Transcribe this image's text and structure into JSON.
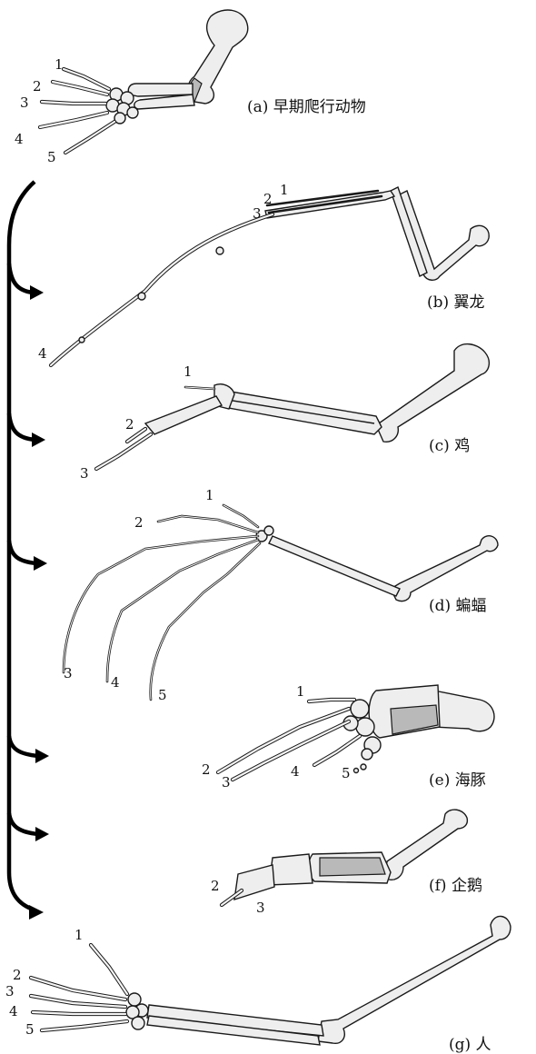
{
  "panels": [
    {
      "id": "a",
      "label": "(a) 早期爬行动物",
      "digits": [
        "1",
        "2",
        "3",
        "4",
        "5"
      ]
    },
    {
      "id": "b",
      "label": "(b) 翼龙",
      "digits": [
        "2",
        "1",
        "3",
        "4"
      ]
    },
    {
      "id": "c",
      "label": "(c) 鸡",
      "digits": [
        "1",
        "2",
        "3"
      ]
    },
    {
      "id": "d",
      "label": "(d) 蝙蝠",
      "digits": [
        "1",
        "2",
        "3",
        "4",
        "5"
      ]
    },
    {
      "id": "e",
      "label": "(e) 海豚",
      "digits": [
        "1",
        "2",
        "3",
        "4",
        "5"
      ]
    },
    {
      "id": "f",
      "label": "(f) 企鹅",
      "digits": [
        "2",
        "3"
      ]
    },
    {
      "id": "g",
      "label": "(g) 人",
      "digits": [
        "1",
        "2",
        "3",
        "4",
        "5"
      ]
    }
  ]
}
